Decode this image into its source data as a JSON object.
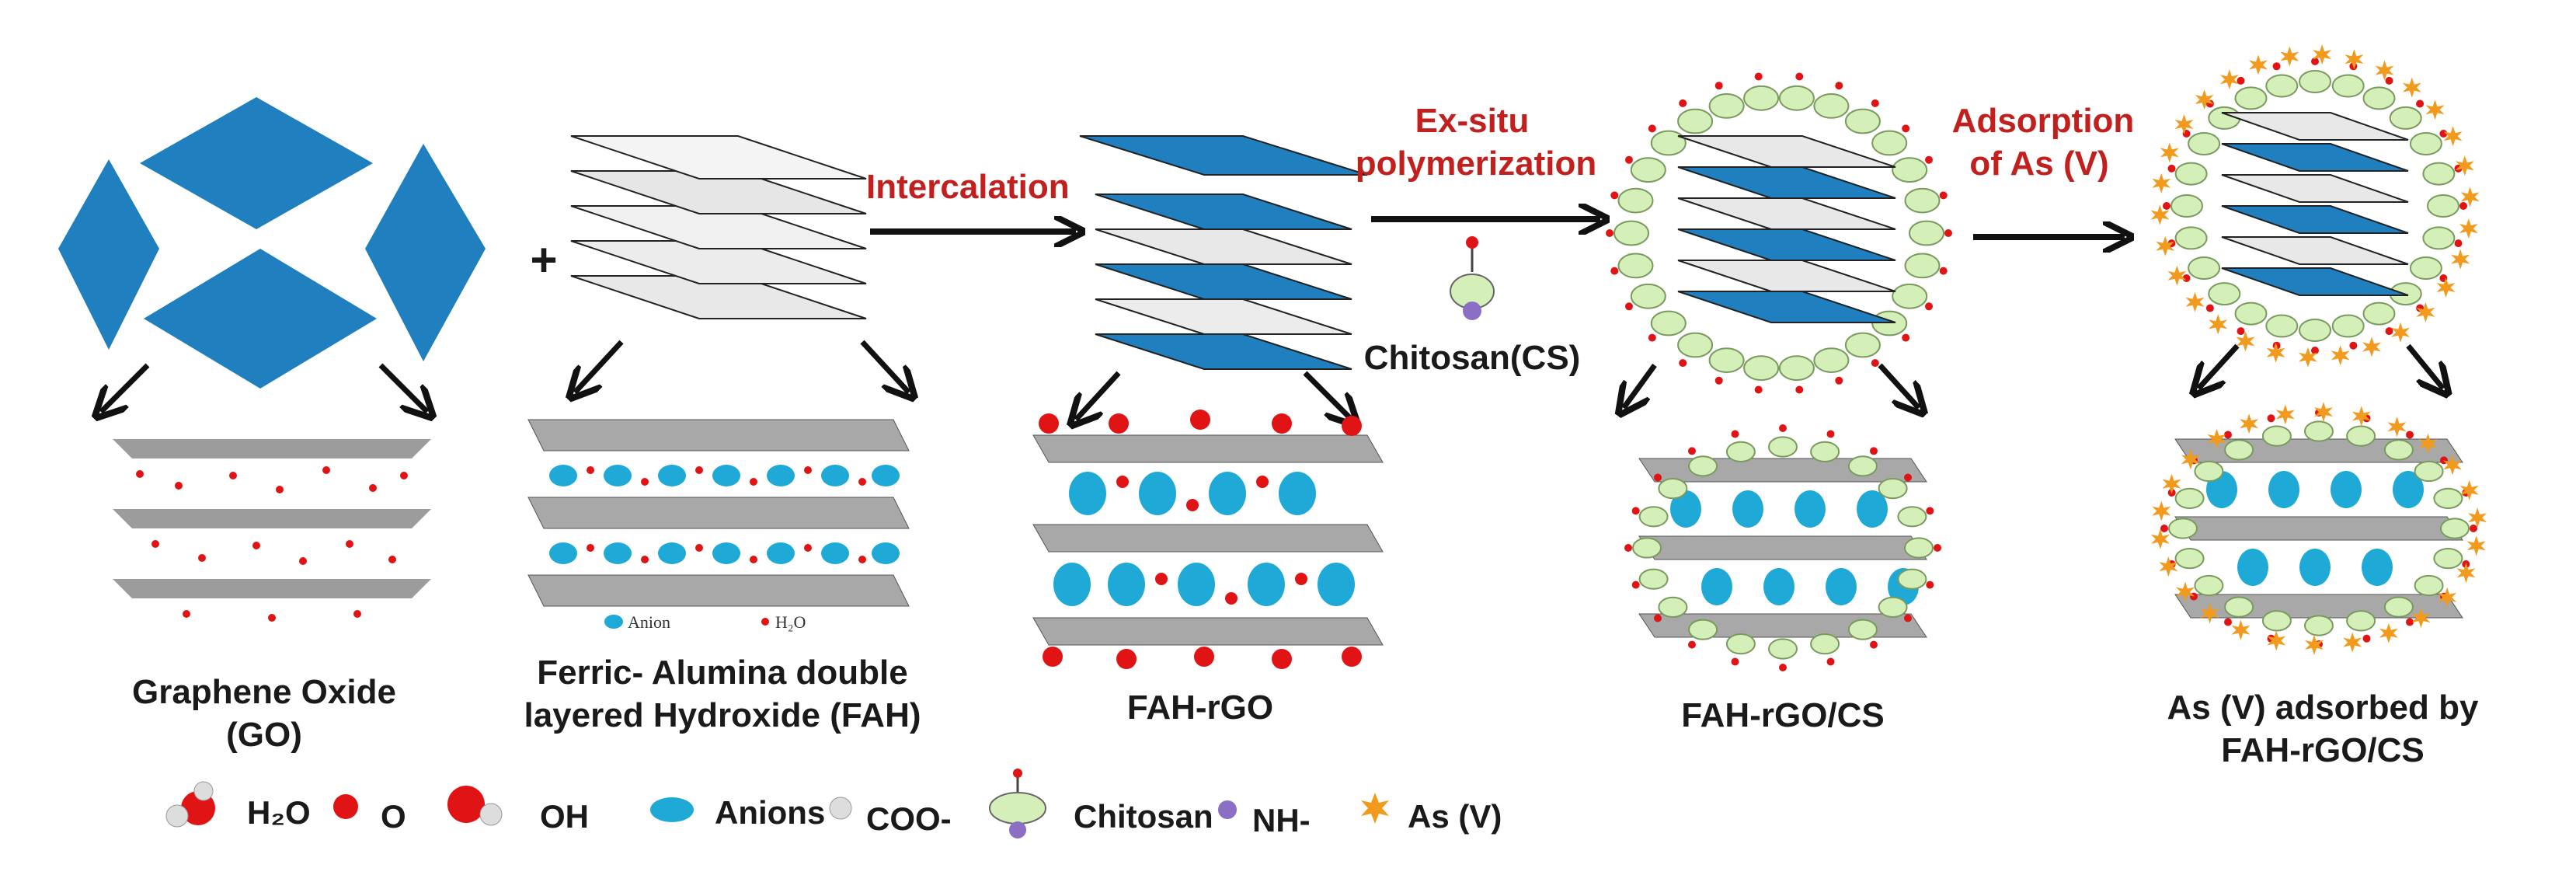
{
  "plus_sign": "+",
  "steps": {
    "intercalation": "Intercalation",
    "exsitu_line1": "Ex-situ",
    "exsitu_line2": "polymerization",
    "adsorption_line1": "Adsorption",
    "adsorption_line2": "of As (V)"
  },
  "captions": {
    "go_line1": "Graphene Oxide",
    "go_line2": "(GO)",
    "fah_line1": "Ferric- Alumina double",
    "fah_line2": "layered Hydroxide (FAH)",
    "fah_rgo": "FAH-rGO",
    "fah_rgo_cs": "FAH-rGO/CS",
    "adsorbed_line1": "As (V) adsorbed by",
    "adsorbed_line2": "FAH-rGO/CS",
    "chitosan_unit": "Chitosan(CS)"
  },
  "inset": {
    "anion": "Anion",
    "water": "H₂O"
  },
  "legend": {
    "h2o": "H₂O",
    "o": "O",
    "oh": "OH",
    "anions": "Anions",
    "coo": "COO-",
    "chitosan": "Chitosan",
    "nh": "NH-",
    "as_v": "As (V)"
  },
  "colors": {
    "go_sheet": "#1f7fbf",
    "ldh_sheet": "#e4e4e4",
    "anion": "#1fa9d6",
    "oxygen": "#e01414",
    "chitosan": "#d4f0b8",
    "nh_group": "#8a6fc4",
    "arsenate": "#f29a1e",
    "step_text": "#c0201e"
  },
  "icons": [
    "rhombus-sheet",
    "layer-stack",
    "arrow-right",
    "arrow-down-diagonal",
    "molecule-ball",
    "star-burst"
  ]
}
